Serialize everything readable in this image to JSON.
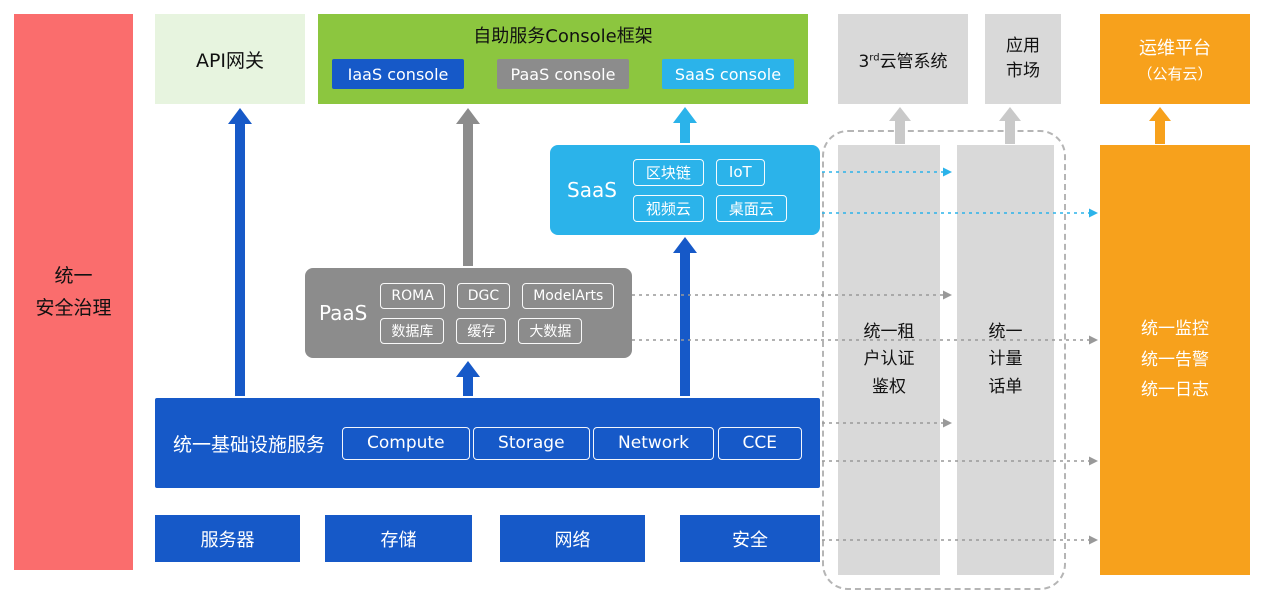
{
  "colors": {
    "red": "#FA6D6D",
    "api_green": "#E7F4DF",
    "frame_green": "#8CC63F",
    "blue": "#1659C8",
    "cyan": "#2BB3EA",
    "gray": "#8C8C8C",
    "light_gray": "#D9D9D9",
    "orange": "#F7A11C",
    "dotted_gray": "#999999",
    "short_arrow_gray": "#C9C9C9"
  },
  "left_bar": {
    "label": "统一\n安全治理"
  },
  "top_row": {
    "api_gateway": "API网关",
    "console_frame": {
      "title": "自助服务Console框架",
      "iaas_button": "IaaS console",
      "paas_button": "PaaS console",
      "saas_button": "SaaS console"
    },
    "third_party_cloud": {
      "pre": "3",
      "sup": "rd",
      "post": "云管系统"
    },
    "app_market": "应用\n市场",
    "ops_line1": "运维平台",
    "ops_line2": "（公有云）"
  },
  "saas": {
    "label": "SaaS",
    "items": [
      "区块链",
      "IoT",
      "视频云",
      "桌面云"
    ]
  },
  "paas": {
    "label": "PaaS",
    "items": [
      "ROMA",
      "DGC",
      "ModelArts",
      "数据库",
      "缓存",
      "大数据"
    ]
  },
  "infra": {
    "label": "统一基础设施服务",
    "items": [
      "Compute",
      "Storage",
      "Network",
      "CCE"
    ]
  },
  "bottom_row": {
    "items": [
      "服务器",
      "存储",
      "网络",
      "安全"
    ]
  },
  "right": {
    "tenant_auth": "统一租\n户认证\n鉴权",
    "metering": "统一\n计量\n话单",
    "monitoring": "统一监控\n统一告警\n统一日志"
  }
}
